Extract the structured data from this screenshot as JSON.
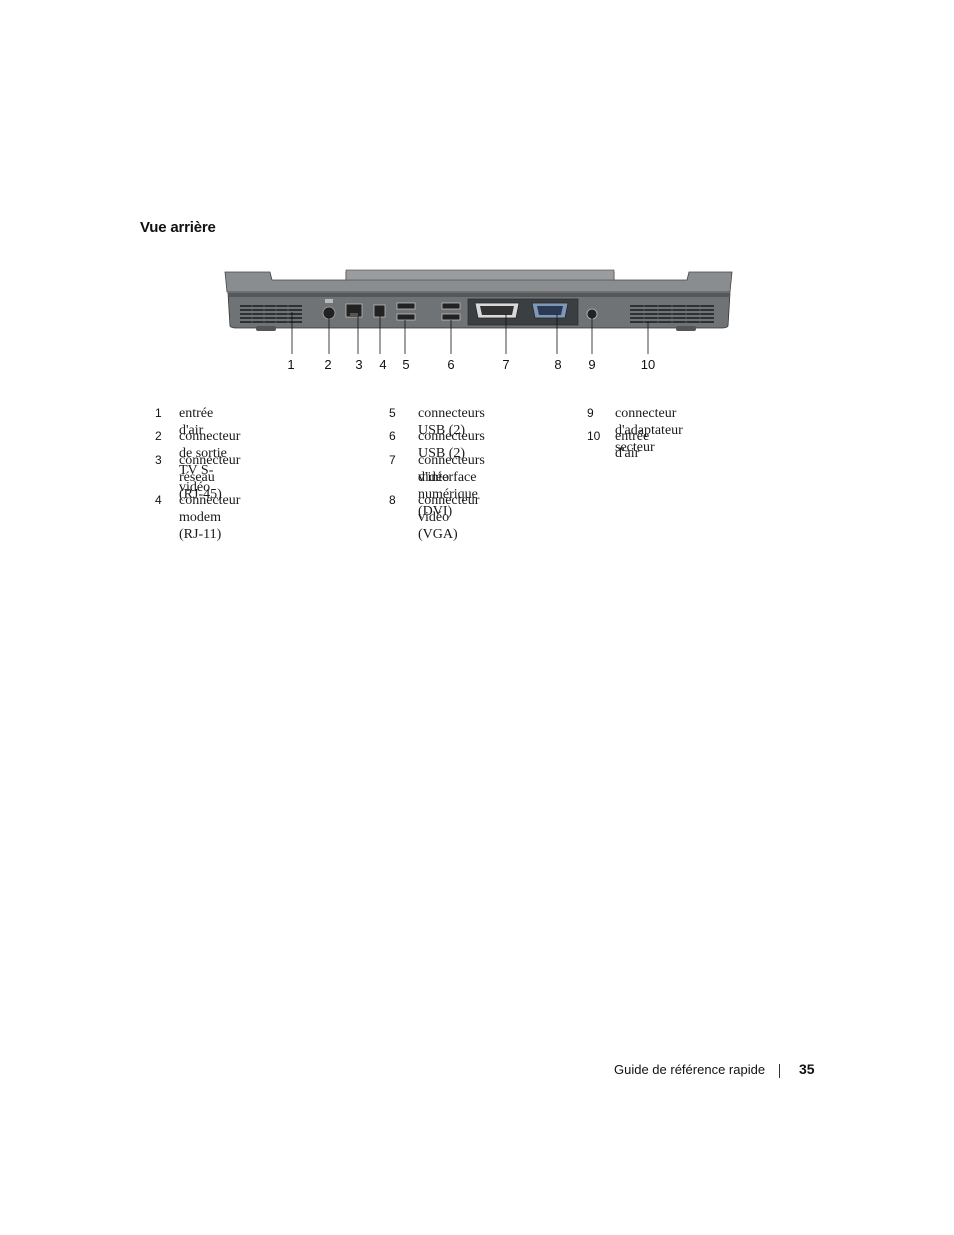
{
  "section_title": "Vue arrière",
  "callouts": [
    "1",
    "2",
    "3",
    "4",
    "5",
    "6",
    "7",
    "8",
    "9",
    "10"
  ],
  "legend": [
    {
      "num": "1",
      "text": "entrée d'air"
    },
    {
      "num": "2",
      "text": "connecteur de sortie TV S-vidéo"
    },
    {
      "num": "3",
      "text": "connecteur réseau (RJ-45)"
    },
    {
      "num": "4",
      "text": "connecteur modem (RJ-11)"
    },
    {
      "num": "5",
      "text": "connecteurs USB (2)"
    },
    {
      "num": "6",
      "text": "connecteurs USB (2)"
    },
    {
      "num": "7",
      "text": "connecteurs d'interface",
      "text2": "vidéo numérique (DVI)"
    },
    {
      "num": "8",
      "text": "connecteur vidéo (VGA)"
    },
    {
      "num": "9",
      "text": "connecteur d'adaptateur secteur"
    },
    {
      "num": "10",
      "text": "entrée d'air"
    }
  ],
  "footer": {
    "guide_title": "Guide de référence rapide",
    "page_number": "35"
  }
}
